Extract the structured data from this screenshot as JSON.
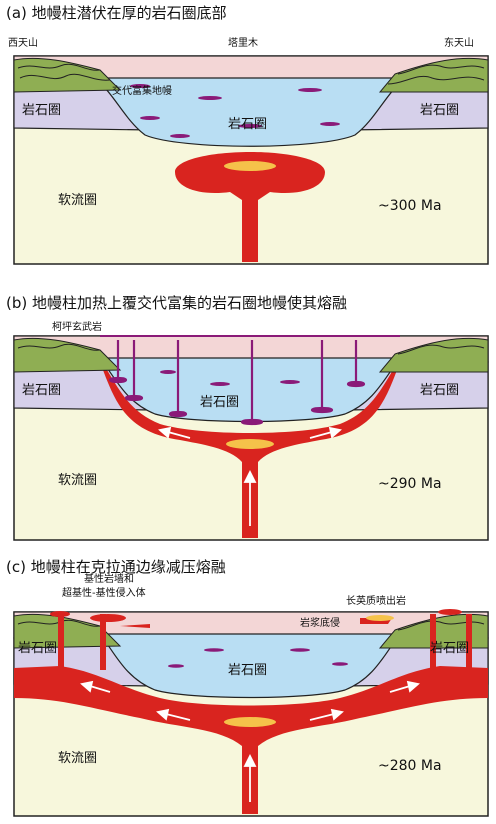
{
  "panels": [
    {
      "title": "(a) 地幔柱潜伏在厚的岩石圈底部",
      "top_labels": [
        "西天山",
        "塔里木",
        "东天山"
      ],
      "litho_left": "岩石圈",
      "litho_right": "岩石圈",
      "litho_center": "岩石圈",
      "annotation": "交代富集地幔",
      "astheno": "软流圈",
      "age": "~300 Ma"
    },
    {
      "title": "(b) 地幔柱加热上覆交代富集的岩石圈地幔使其熔融",
      "annotation": "柯坪玄武岩",
      "litho_left": "岩石圈",
      "litho_right": "岩石圈",
      "litho_center": "岩石圈",
      "astheno": "软流圈",
      "age": "~290 Ma"
    },
    {
      "title": "(c) 地幔柱在克拉通边缘减压熔融",
      "annotation_1": "基性岩墙和",
      "annotation_2": "超基性-基性侵入体",
      "annotation_3": "长英质喷出岩",
      "annotation_4": "岩浆底侵",
      "litho_left": "岩石圈",
      "litho_right": "岩石圈",
      "litho_center": "岩石圈",
      "astheno": "软流圈",
      "age": "~280 Ma"
    }
  ],
  "colors": {
    "crust_pink": "#f3d6d6",
    "litho_blue": "#b9def3",
    "litho_purple": "#d6d0ea",
    "astheno": "#f7f7dc",
    "plume_red": "#d9241f",
    "plume_core": "#f5c24a",
    "dike_purple": "#8a1a78",
    "fold_green": "#8fae53"
  }
}
